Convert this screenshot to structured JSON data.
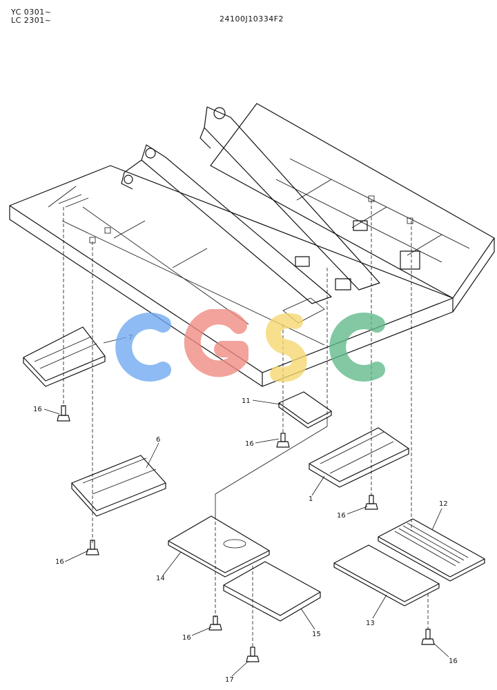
{
  "header": {
    "serial_lines": [
      "YC 0301~",
      "LC 2301~"
    ],
    "drawing_number": "24100J10334F2"
  },
  "watermark": {
    "text": "CGSC",
    "colors": [
      "#6fa8f0",
      "#ef8a80",
      "#f5d76e",
      "#5fb98a"
    ]
  },
  "callouts": {
    "c7": "7",
    "c16a": "16",
    "c6": "6",
    "c16b": "16",
    "c11": "11",
    "c16c": "16",
    "c1": "1",
    "c16d": "16",
    "c12": "12",
    "c14": "14",
    "c16e": "16",
    "c15": "15",
    "c13": "13",
    "c16f": "16",
    "c17": "17"
  }
}
